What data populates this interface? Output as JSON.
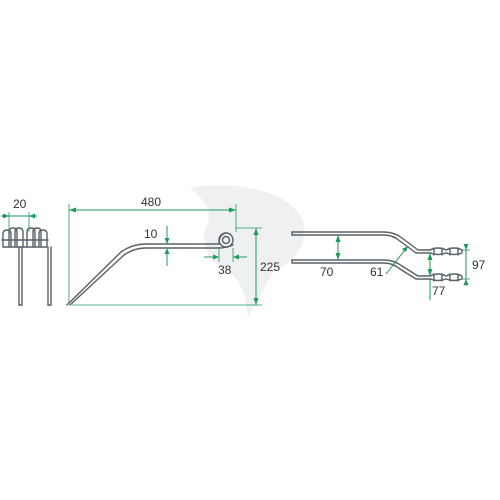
{
  "diagram": {
    "dimensions": {
      "spring_width": "20",
      "overall_length": "480",
      "offset": "10",
      "coil_diameter": "38",
      "height": "225",
      "inner_spacing": "70",
      "angle": "61",
      "leg_spacing": "77",
      "coil_width": "97"
    },
    "colors": {
      "dimension_lines": "#1f9a5a",
      "part_lines": "#5a6066",
      "watermark": "#eef0f1"
    }
  }
}
